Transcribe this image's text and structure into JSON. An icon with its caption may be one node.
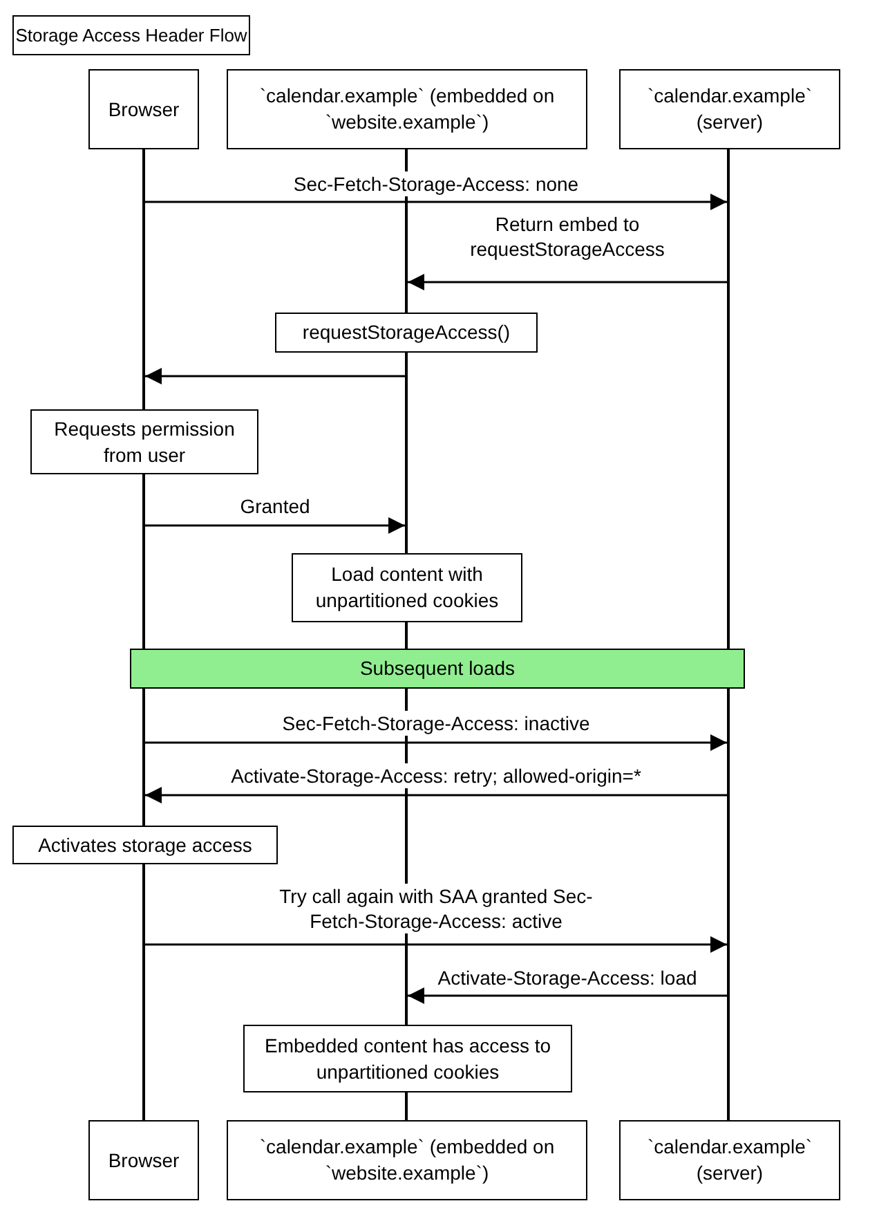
{
  "diagram": {
    "nodes": [
      {
        "text": [
          "Storage Access Header Flow"
        ]
      },
      {
        "text": [
          "Browser"
        ]
      },
      {
        "text": [
          "`calendar.example` (embedded on `website.example`)"
        ]
      },
      {
        "text": [
          "`calendar.example` (server)"
        ]
      },
      {
        "text": [
          "requestStorageAccess()"
        ]
      },
      {
        "text": [
          "Requests permission from user"
        ]
      },
      {
        "text": [
          "Load content with unpartitioned cookies"
        ]
      },
      {
        "text": [
          "Subsequent loads"
        ]
      },
      {
        "text": [
          "Activates storage access"
        ]
      },
      {
        "text": [
          "Embedded content has access to unpartitioned cookies"
        ]
      },
      {
        "text": [
          "Browser"
        ]
      },
      {
        "text": [
          "`calendar.example` (embedded on `website.example`)"
        ]
      },
      {
        "text": [
          "`calendar.example` (server)"
        ]
      },
      {
        "text": [],
        "shape": "line"
      },
      {
        "text": [],
        "shape": "line"
      },
      {
        "text": [],
        "shape": "line"
      },
      {
        "text": [],
        "shape": "line"
      },
      {
        "text": [],
        "shape": "line"
      },
      {
        "text": [],
        "shape": "line"
      },
      {
        "text": [],
        "shape": "line"
      },
      {
        "text": [],
        "shape": "line"
      },
      {
        "text": [],
        "shape": "line"
      },
      {
        "text": [],
        "shape": "line"
      },
      {
        "text": [],
        "shape": "line"
      }
    ],
    "edges": [
      {
        "from": 13,
        "to": 22,
        "arrow": "to",
        "label": "Sec-Fetch-Storage-Access: none"
      },
      {
        "from": 22,
        "to": 17,
        "arrow": "to",
        "label": "Return embed to requestStorageAccess"
      },
      {
        "from": 18,
        "to": 13,
        "arrow": "to"
      },
      {
        "from": 14,
        "to": 18,
        "arrow": "to",
        "label": "Granted"
      },
      {
        "from": 15,
        "to": 23,
        "arrow": "to",
        "label": "Sec-Fetch-Storage-Access: inactive"
      },
      {
        "from": 23,
        "to": 15,
        "arrow": "to",
        "label": "Activate-Storage-Access: retry; allowed-origin=*"
      },
      {
        "from": 16,
        "to": 23,
        "arrow": "to",
        "label": "Try call again with SAA granted Sec-Fetch-Storage-Access: active"
      },
      {
        "from": 23,
        "to": 20,
        "arrow": "to",
        "label": "Activate-Storage-Access: load"
      }
    ]
  }
}
